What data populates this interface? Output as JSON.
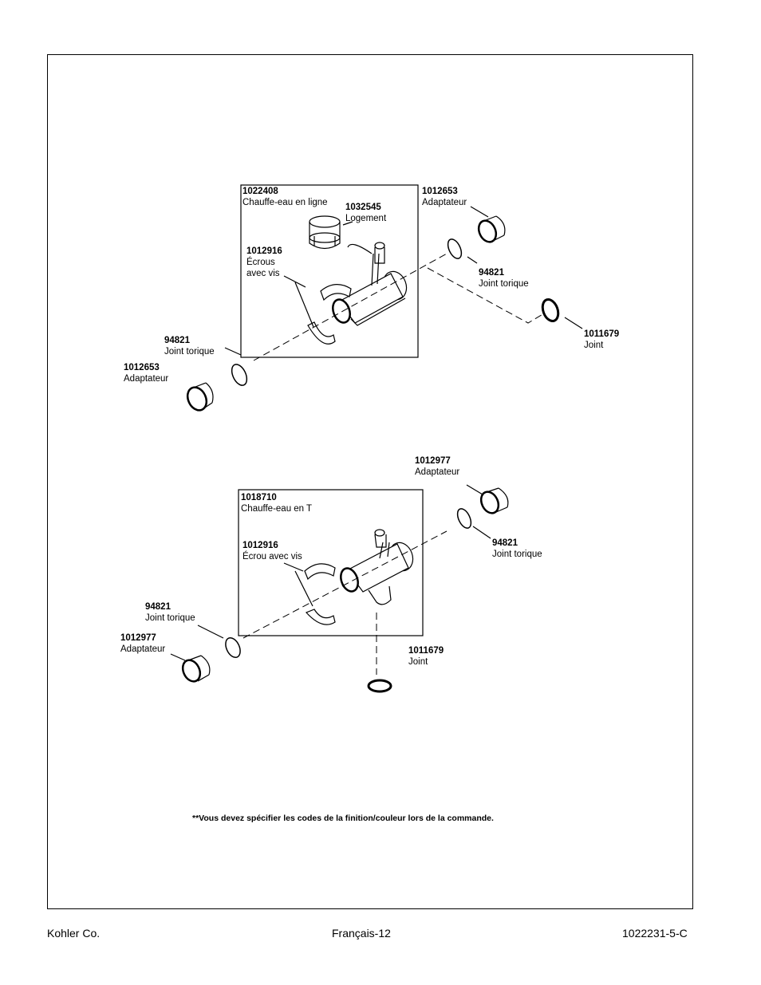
{
  "diagram_top": {
    "kit": {
      "number": "1022408",
      "name": "Chauffe-eau en ligne"
    },
    "housing": {
      "number": "1032545",
      "name": "Logement"
    },
    "nuts": {
      "number": "1012916",
      "name_line1": "Écrous",
      "name_line2": "avec vis"
    },
    "adapter_right": {
      "number": "1012653",
      "name": "Adaptateur"
    },
    "oring_right": {
      "number": "94821",
      "name": "Joint torique"
    },
    "gasket": {
      "number": "1011679",
      "name": "Joint"
    },
    "oring_left": {
      "number": "94821",
      "name": "Joint torique"
    },
    "adapter_left": {
      "number": "1012653",
      "name": "Adaptateur"
    }
  },
  "diagram_bottom": {
    "kit": {
      "number": "1018710",
      "name": "Chauffe-eau en T"
    },
    "nut": {
      "number": "1012916",
      "name": "Écrou avec vis"
    },
    "adapter_right": {
      "number": "1012977",
      "name": "Adaptateur"
    },
    "oring_right": {
      "number": "94821",
      "name": "Joint torique"
    },
    "oring_left": {
      "number": "94821",
      "name": "Joint torique"
    },
    "adapter_left": {
      "number": "1012977",
      "name": "Adaptateur"
    },
    "gasket": {
      "number": "1011679",
      "name": "Joint"
    }
  },
  "note": "**Vous devez spécifier les codes de la finition/couleur lors de la commande.",
  "footer": {
    "left": "Kohler Co.",
    "center": "Français-12",
    "right": "1022231-5-C"
  }
}
